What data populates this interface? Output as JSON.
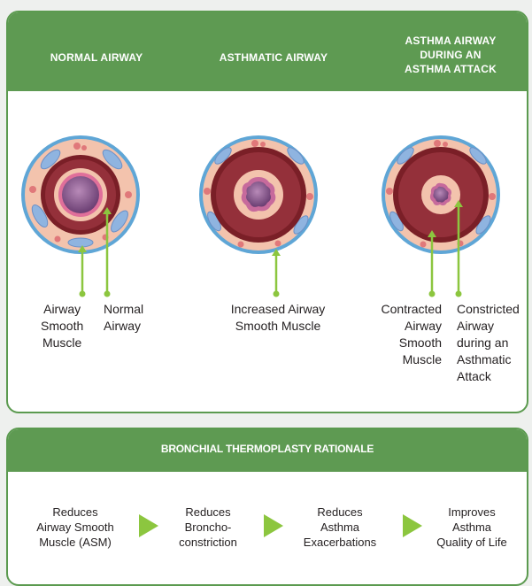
{
  "top": {
    "columns": [
      {
        "title": "NORMAL AIRWAY",
        "labels": {
          "left": "Airway\nSmooth\nMuscle",
          "right": "Normal\nAirway"
        }
      },
      {
        "title": "ASTHMATIC AIRWAY",
        "labels": {
          "center": "Increased Airway\nSmooth Muscle"
        }
      },
      {
        "title": "ASTHMA AIRWAY\nDURING AN\nASTHMA ATTACK",
        "labels": {
          "left": "Contracted\nAirway\nSmooth\nMuscle",
          "right": "Constricted\nAirway\nduring an\nAsthmatic\nAttack"
        }
      }
    ]
  },
  "rationale": {
    "title": "BRONCHIAL THERMOPLASTY RATIONALE",
    "steps": [
      "Reduces\nAirway Smooth\nMuscle (ASM)",
      "Reduces\nBroncho-\nconstriction",
      "Reduces\nAsthma\nExacerbations",
      "Improves\nAsthma\nQuality of Life"
    ]
  },
  "colors": {
    "header_green": "#5e9a52",
    "pointer_green": "#8cc63f",
    "outer_ring_blue": "#5fa6d6",
    "tissue_pink": "#f3c3ad",
    "muscle_dark_red": "#7a1f27",
    "lumen_purple": "#8a5a8c"
  },
  "icons": [
    "airway-cross-section-normal",
    "airway-cross-section-asthmatic",
    "airway-cross-section-attack",
    "right-triangle-arrow"
  ]
}
